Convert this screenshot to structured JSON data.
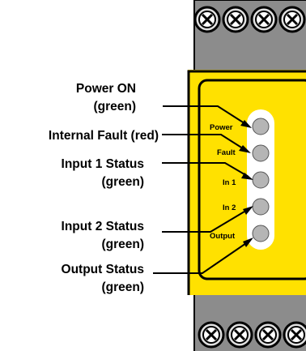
{
  "colors": {
    "housing": "#8c8c8c",
    "housing_dark": "#5c5c5c",
    "panel": "#ffe100",
    "led": "#b5b5b5",
    "led_window": "#ffffff",
    "outline": "#000000"
  },
  "icons": {
    "terminal_screw": "screw-icon"
  },
  "callouts": [
    {
      "line1": "Power ON",
      "line2": "(green)"
    },
    {
      "line1": "Internal Fault (red)",
      "line2": ""
    },
    {
      "line1": "Input 1 Status",
      "line2": "(green)"
    },
    {
      "line1": "Input 2 Status",
      "line2": "(green)"
    },
    {
      "line1": "Output Status",
      "line2": "(green)"
    }
  ],
  "leds": [
    {
      "label": "Power"
    },
    {
      "label": "Fault"
    },
    {
      "label": "In 1"
    },
    {
      "label": "In 2"
    },
    {
      "label": "Output"
    }
  ]
}
